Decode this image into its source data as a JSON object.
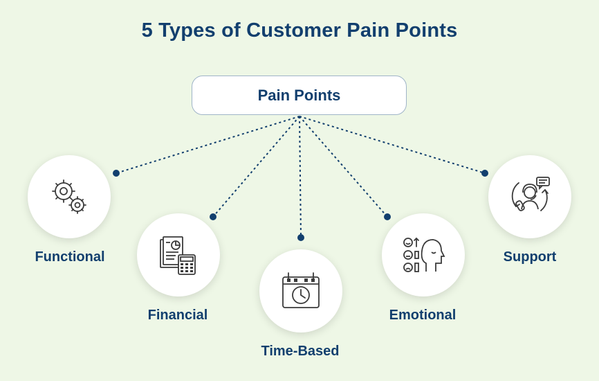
{
  "title": "5 Types of Customer Pain Points",
  "root": {
    "label": "Pain Points"
  },
  "colors": {
    "background": "#eef7e6",
    "text": "#123f6e",
    "connector": "#123f6e",
    "icon": "#3b3b3b"
  },
  "items": [
    {
      "label": "Functional",
      "icon": "gears-icon"
    },
    {
      "label": "Financial",
      "icon": "calculator-report-icon"
    },
    {
      "label": "Time-Based",
      "icon": "calendar-clock-icon"
    },
    {
      "label": "Emotional",
      "icon": "emotion-faces-icon"
    },
    {
      "label": "Support",
      "icon": "customer-support-icon"
    }
  ]
}
